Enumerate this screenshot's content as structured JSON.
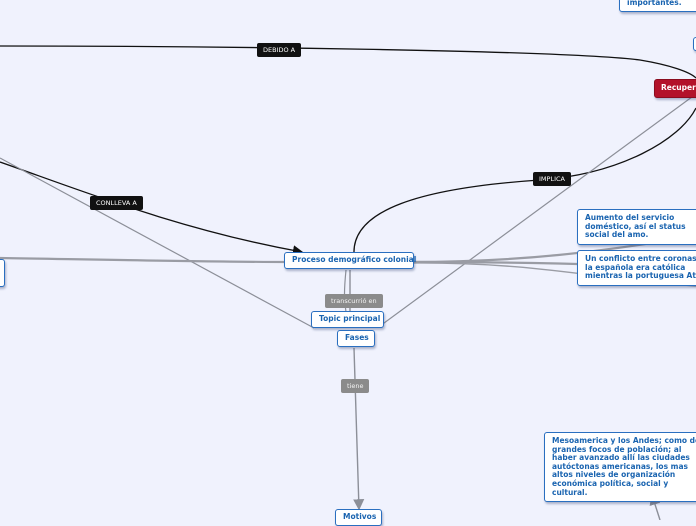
{
  "nodes": {
    "center": "Proceso demográfico colonial",
    "topic_principal": "Topic principal",
    "fases": "Fases",
    "motivos": "Motivos",
    "top_right_cut": "importantes.",
    "recupera_red": "Recupera",
    "aumento": "Aumento del servicio doméstico, así el status social del amo.",
    "conflicto": "Un conflicto entre coronas, y la española era católica mientras la portuguesa Atea.",
    "mesoamerica": "Mesoamerica y los Andes; como dos grandes focos de población; al haber avanzado allí las ciudades autóctonas americanas, los mas altos niveles de organización económica política, social y cultural."
  },
  "labels": {
    "debido_a": "DEBIDO A",
    "conlleva_a": "CONLLEVA A",
    "implica": "IMPLICA",
    "transcurrio_en": "transcurrió en",
    "tiene": "tiene"
  },
  "colors": {
    "background": "#f0f2fd",
    "node_text": "#1a64b0",
    "node_border": "#2a6fc0",
    "red_node": "#b3122a",
    "relation_label": "#111111",
    "grey_label": "#8b8b8b",
    "dark_line": "#111111",
    "grey_line": "#8c8f98"
  }
}
